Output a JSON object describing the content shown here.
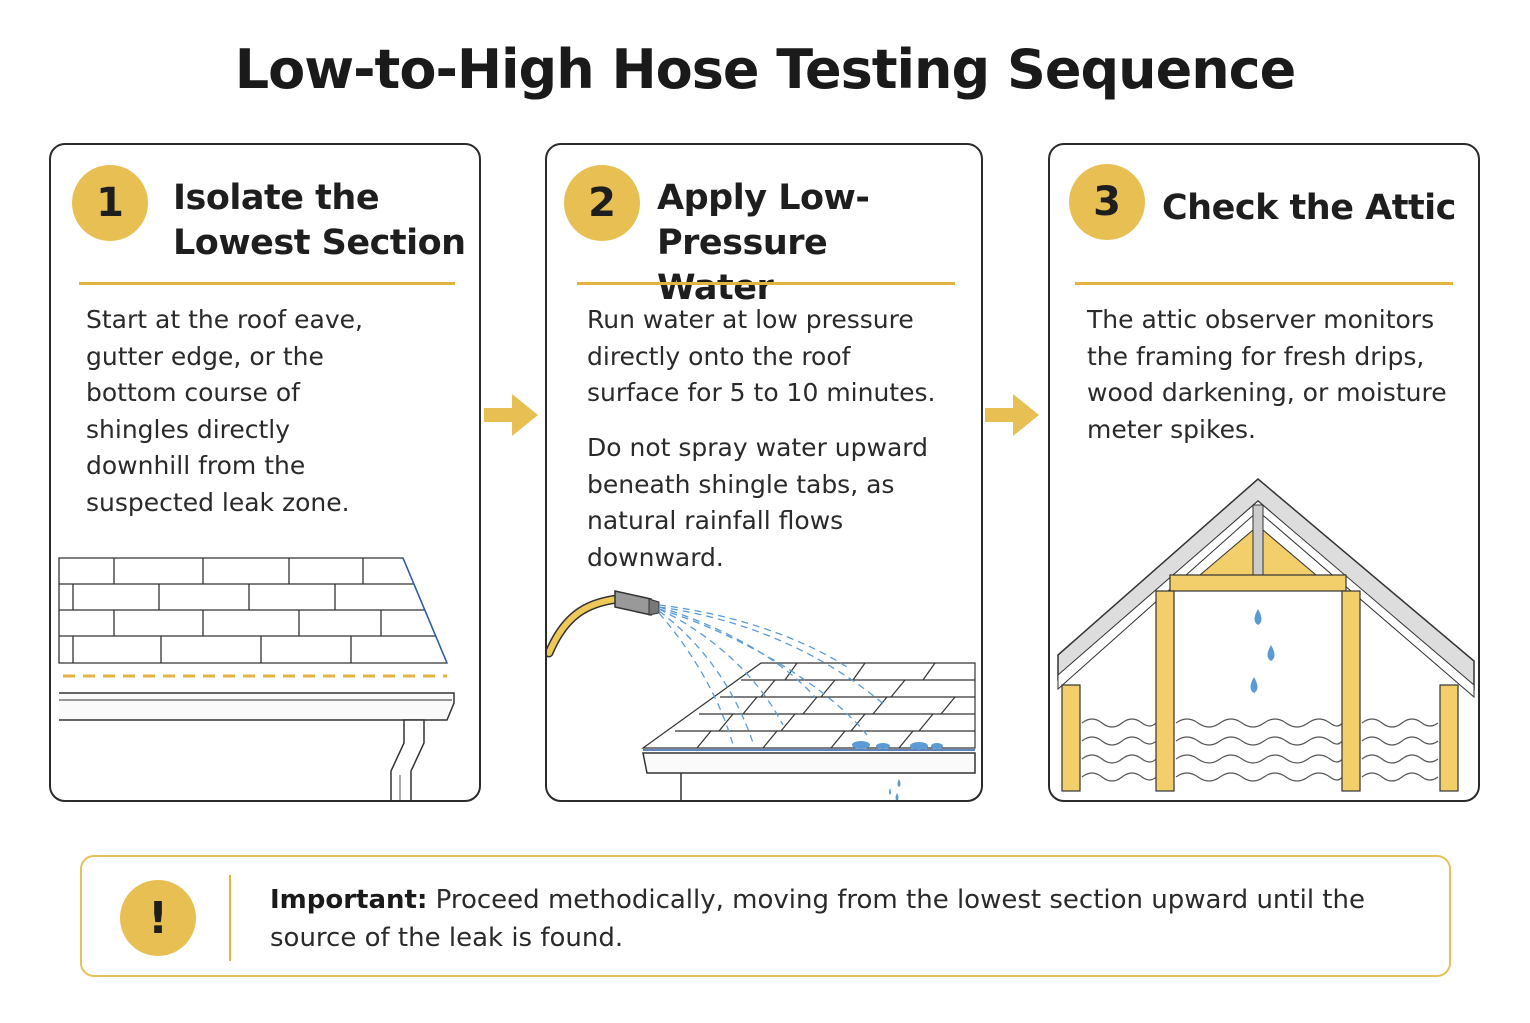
{
  "title": "Low-to-High Hose Testing Sequence",
  "steps": [
    {
      "number": "1",
      "title_line1": "Isolate the",
      "title_line2": "Lowest Section",
      "paragraphs": [
        "Start at the roof eave, gutter edge, or the bottom course of shingles directly downhill from the suspected leak zone."
      ]
    },
    {
      "number": "2",
      "title_line1": "Apply Low-Pressure",
      "title_line2": "Water",
      "paragraphs": [
        "Run water at low pressure directly onto the roof surface for 5 to 10 minutes.",
        "Do not spray water upward beneath shingle tabs, as natural rainfall flows downward."
      ]
    },
    {
      "number": "3",
      "title_line1": "Check the Attic",
      "title_line2": "",
      "paragraphs": [
        "The attic observer monitors the framing for fresh drips, wood darkening, or moisture meter spikes."
      ]
    }
  ],
  "note": {
    "icon": "!",
    "label": "Important:",
    "text": " Proceed methodically, moving from the lowest section upward until the source of the leak is found."
  },
  "colors": {
    "accent": "#e8bf52",
    "border": "#2b2b2b",
    "water": "#5b9bd5",
    "wood": "#f2cf6a"
  }
}
